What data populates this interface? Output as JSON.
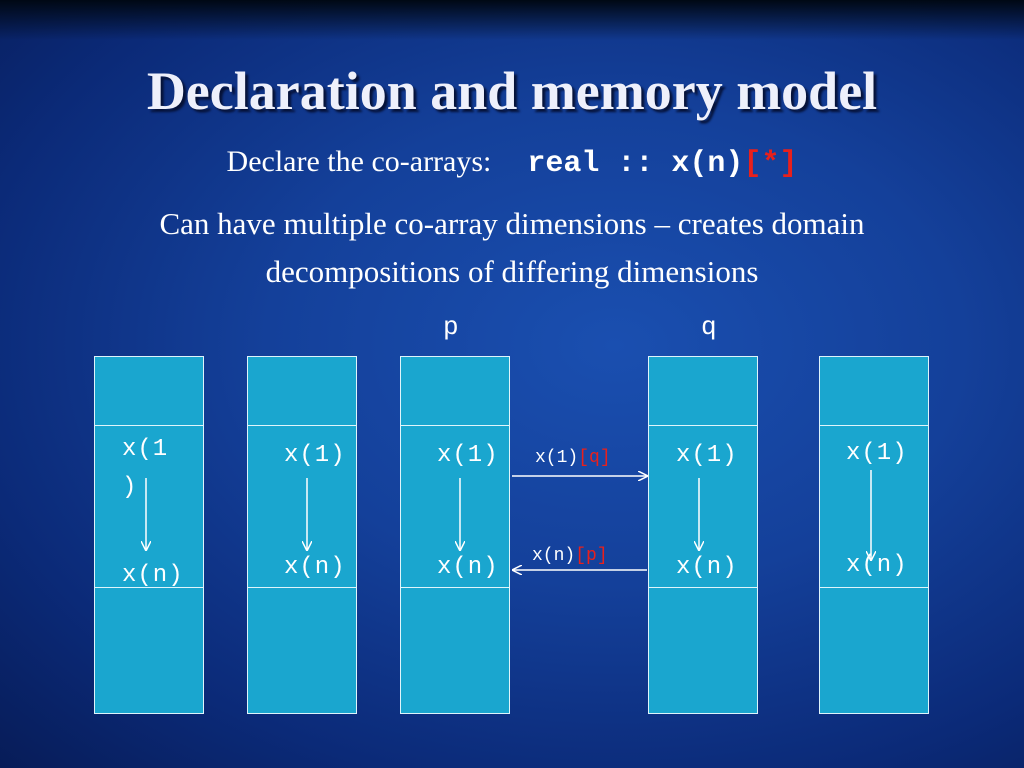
{
  "slide": {
    "title": "Declaration and memory model",
    "declare_label": "Declare the co-arrays:",
    "code_main": "real :: x(n)",
    "code_codim": "[*]",
    "paragraph": "Can have multiple co-array dimensions – creates domain decompositions of differing dimensions"
  },
  "diagram": {
    "image_labels": {
      "p": "p",
      "q": "q"
    },
    "columns": [
      {
        "top_label": "x(1",
        "top_label_cont": ")",
        "bottom_label": "x(n)"
      },
      {
        "top_label": "x(1)",
        "bottom_label": "x(n)"
      },
      {
        "top_label": "x(1)",
        "bottom_label": "x(n)"
      },
      {
        "top_label": "x(1)",
        "bottom_label": "x(n)"
      },
      {
        "top_label": "x(1)",
        "bottom_label": "x(n)"
      }
    ],
    "transfer_right": {
      "text": "x(1)",
      "codim": "[q]"
    },
    "transfer_left": {
      "text": "x(n)",
      "codim": "[p]"
    },
    "colors": {
      "cell": "#1aa6cf",
      "highlight": "#e8201c"
    }
  }
}
